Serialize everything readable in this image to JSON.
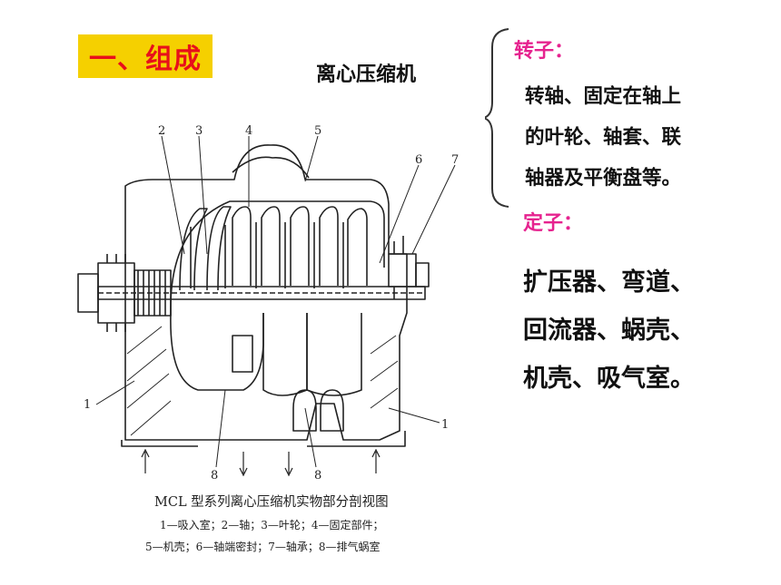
{
  "section_badge": "一、组成",
  "title": "离心压缩机",
  "rotor": {
    "label": "转子：",
    "desc_lines": [
      "转轴、固定在轴上",
      "的叶轮、轴套、联",
      "轴器及平衡盘等。"
    ]
  },
  "stator": {
    "label": "定子：",
    "desc_lines": [
      "扩压器、弯道、",
      "回流器、蜗壳、",
      "机壳、吸气室。"
    ]
  },
  "figure": {
    "callouts": [
      "2",
      "3",
      "4",
      "5",
      "6",
      "7",
      "1",
      "1",
      "8",
      "8"
    ],
    "caption_title": "MCL 型系列离心压缩机实物部分剖视图",
    "caption_lines": [
      "1—吸入室；2—轴；3—叶轮；4—固定部件；",
      "5—机壳；6—轴端密封；7—轴承；8—排气蜗室"
    ]
  },
  "colors": {
    "badge_bg": "#f5d000",
    "badge_text": "#e8101a",
    "label_accent": "#e6238f"
  }
}
